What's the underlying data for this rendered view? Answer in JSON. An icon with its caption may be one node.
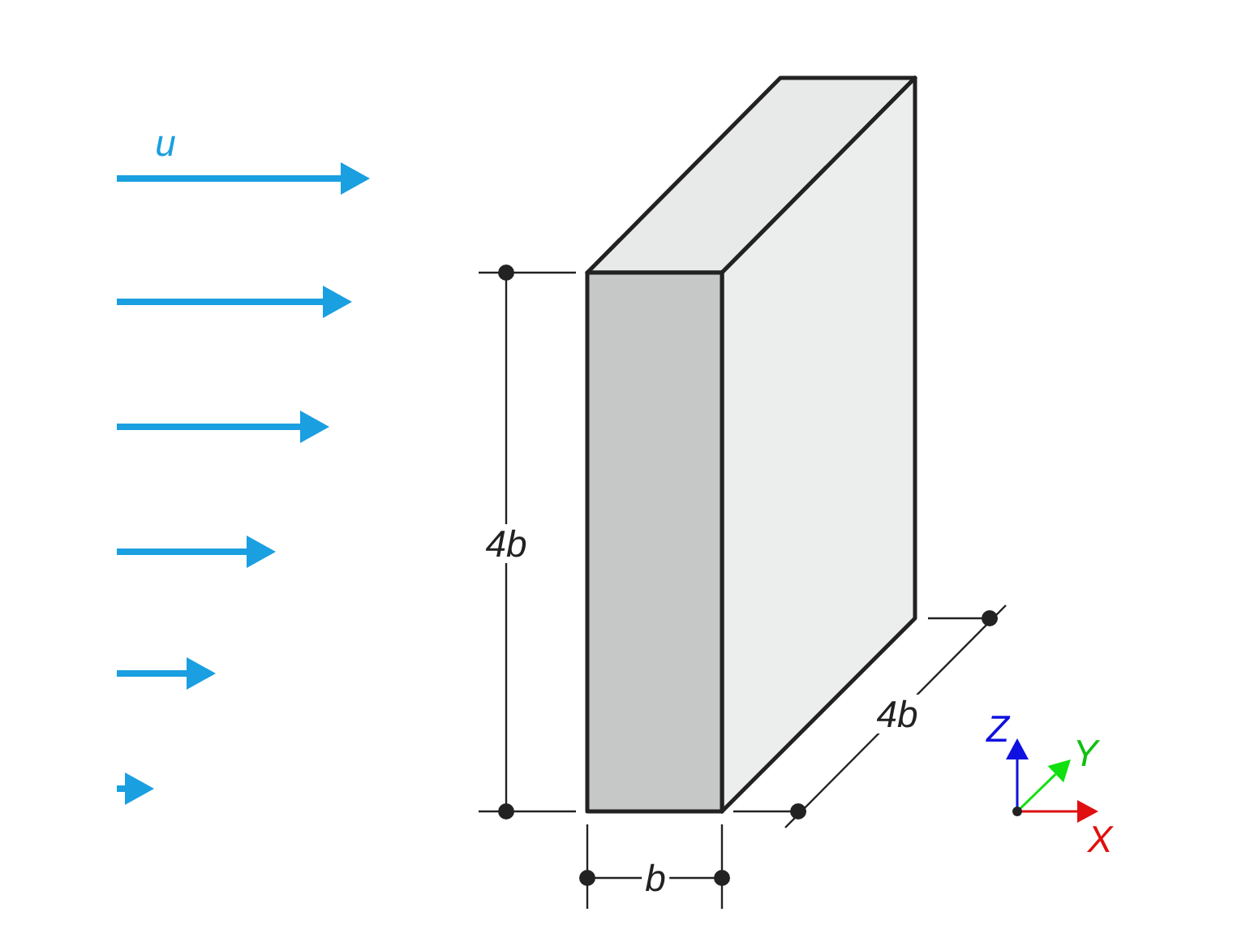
{
  "diagram": {
    "labels": [
      "u",
      "4b",
      "4b",
      "b",
      "Z",
      "Y",
      "X"
    ]
  }
}
